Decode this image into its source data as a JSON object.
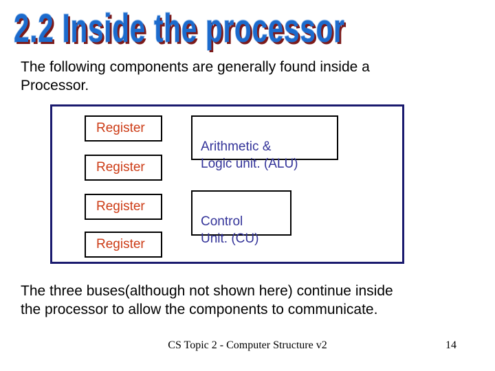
{
  "slide": {
    "title": "2.2 Inside the processor",
    "intro_text": "The following components are generally found inside a\nProcessor.",
    "diagram": {
      "registers": [
        "Register",
        "Register",
        "Register",
        "Register"
      ],
      "alu_label": "Arithmetic &\nLogic unit. (ALU)",
      "cu_label": "Control\nUnit. (CU)"
    },
    "buses_text": "The three buses(although not shown here) continue inside\nthe processor to allow the components to communicate.",
    "footer": {
      "text": "CS Topic 2 - Computer Structure v2",
      "page_number": "14"
    },
    "colors": {
      "title_fill": "#1c6bcd",
      "title_outline": "#a9c9ef",
      "title_shadow": "#7c1a1a",
      "register_text": "#cc3a14",
      "unit_text": "#333399",
      "outer_border": "#1a1a6e",
      "inner_border": "#000000"
    }
  }
}
